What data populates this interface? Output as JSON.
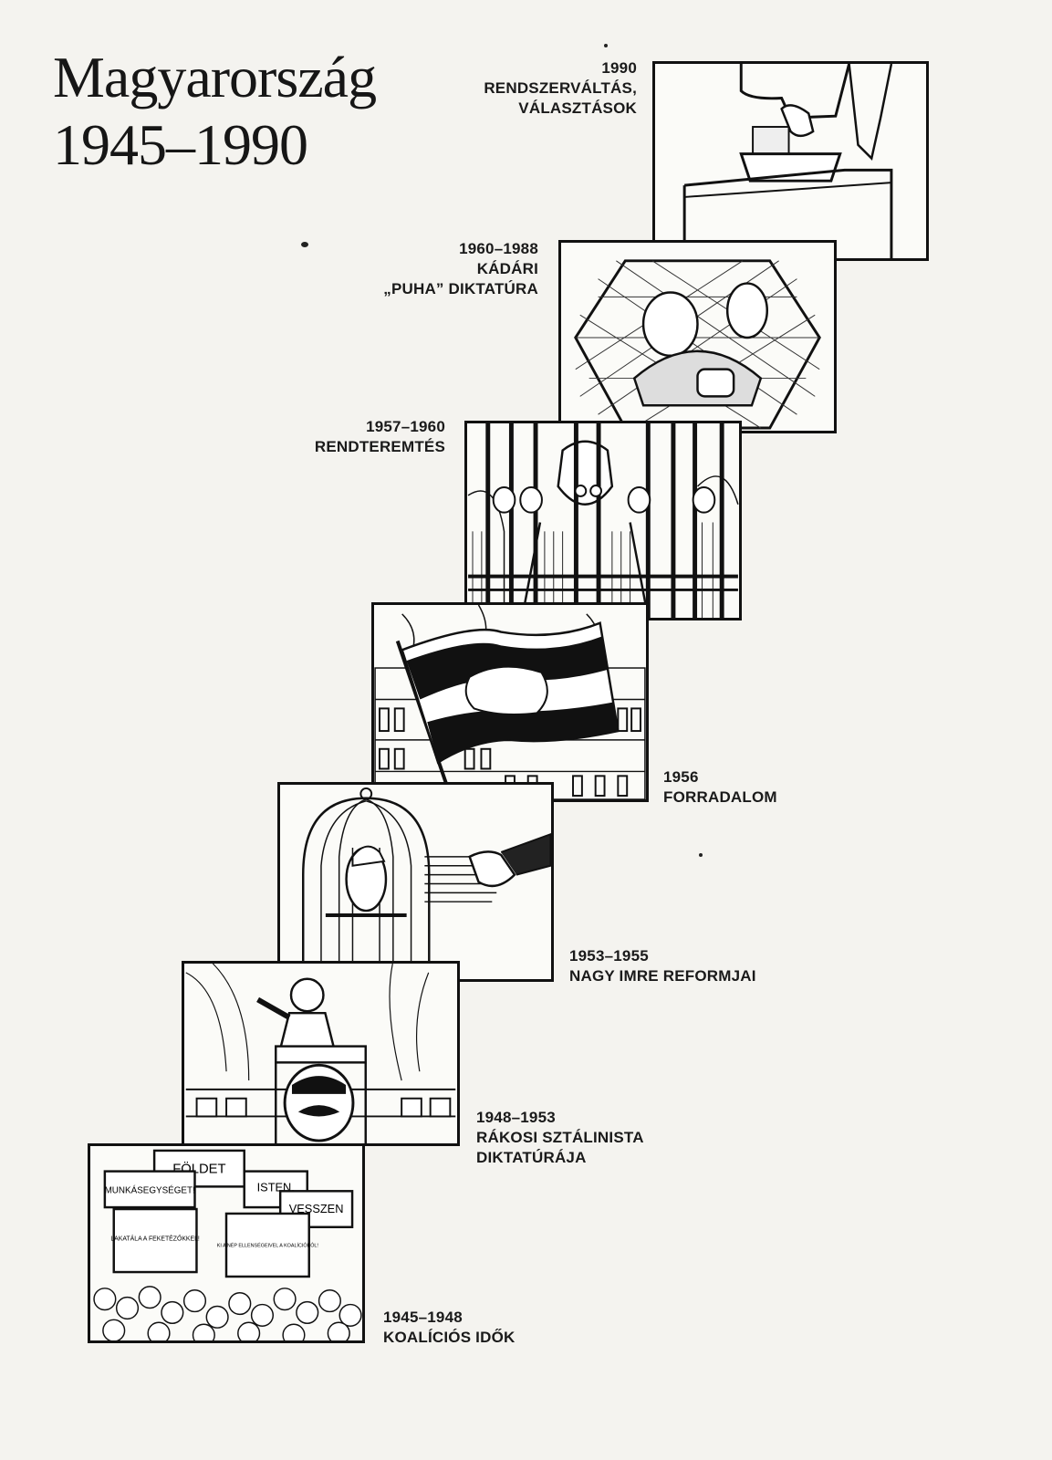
{
  "title": {
    "line1": "Magyarország",
    "line2": "1945–1990"
  },
  "steps": [
    {
      "years": "1945–1948",
      "line1": "KOALÍCIÓS IDŐK",
      "line2": ""
    },
    {
      "years": "1948–1953",
      "line1": "RÁKOSI SZTÁLINISTA",
      "line2": "DIKTATÚRÁJA"
    },
    {
      "years": "1953–1955",
      "line1": "NAGY IMRE REFORMJAI",
      "line2": ""
    },
    {
      "years": "1956",
      "line1": "FORRADALOM",
      "line2": ""
    },
    {
      "years": "1957–1960",
      "line1": "RENDTEREMTÉS",
      "line2": ""
    },
    {
      "years": "1960–1988",
      "line1": "KÁDÁRI",
      "line2": "„PUHA” DIKTATÚRA"
    },
    {
      "years": "1990",
      "line1": "RENDSZERVÁLTÁS,",
      "line2": "VÁLASZTÁSOK"
    }
  ],
  "panel_signs": {
    "sign1": "FÖLDET",
    "sign2": "MUNKÁSEGYSÉGET!",
    "sign3": "ISTEN,",
    "sign4": "VESSZEN",
    "sign5": "LAKATÁLA A FEKETÉZŐKKEL!",
    "sign6": "KI A NÉP ELLENSÉGEIVEL A KOALÍCIÓBÓL!"
  }
}
